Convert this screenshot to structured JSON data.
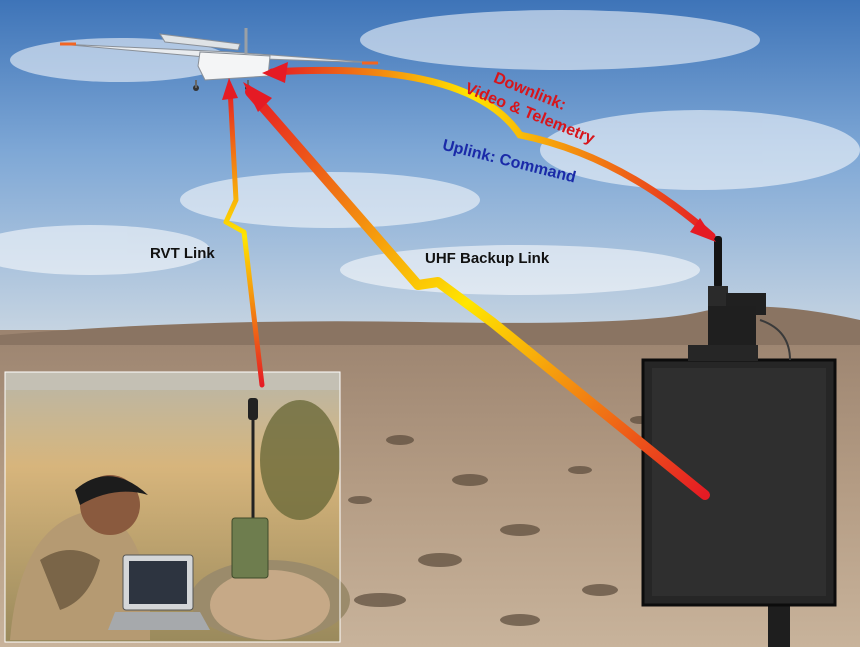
{
  "labels": {
    "downlink_line1": "Downlink:",
    "downlink_line2": "Video & Telemetry",
    "uplink": "Uplink: Command",
    "rvt_link": "RVT Link",
    "uhf_backup_link": "UHF Backup Link"
  },
  "colors": {
    "downlink_text": "#d7151b",
    "uplink_text": "#1a2aa8",
    "label_text": "#111111",
    "link_gradient_start": "#e51b24",
    "link_gradient_mid": "#f7941d",
    "link_gradient_end": "#ffe600"
  },
  "icons": {
    "uav": "uav-aircraft-icon",
    "ground_antenna": "ground-antenna-icon",
    "panel_antenna": "panel-antenna-icon",
    "rvt_terminal": "rvt-terminal-icon"
  }
}
